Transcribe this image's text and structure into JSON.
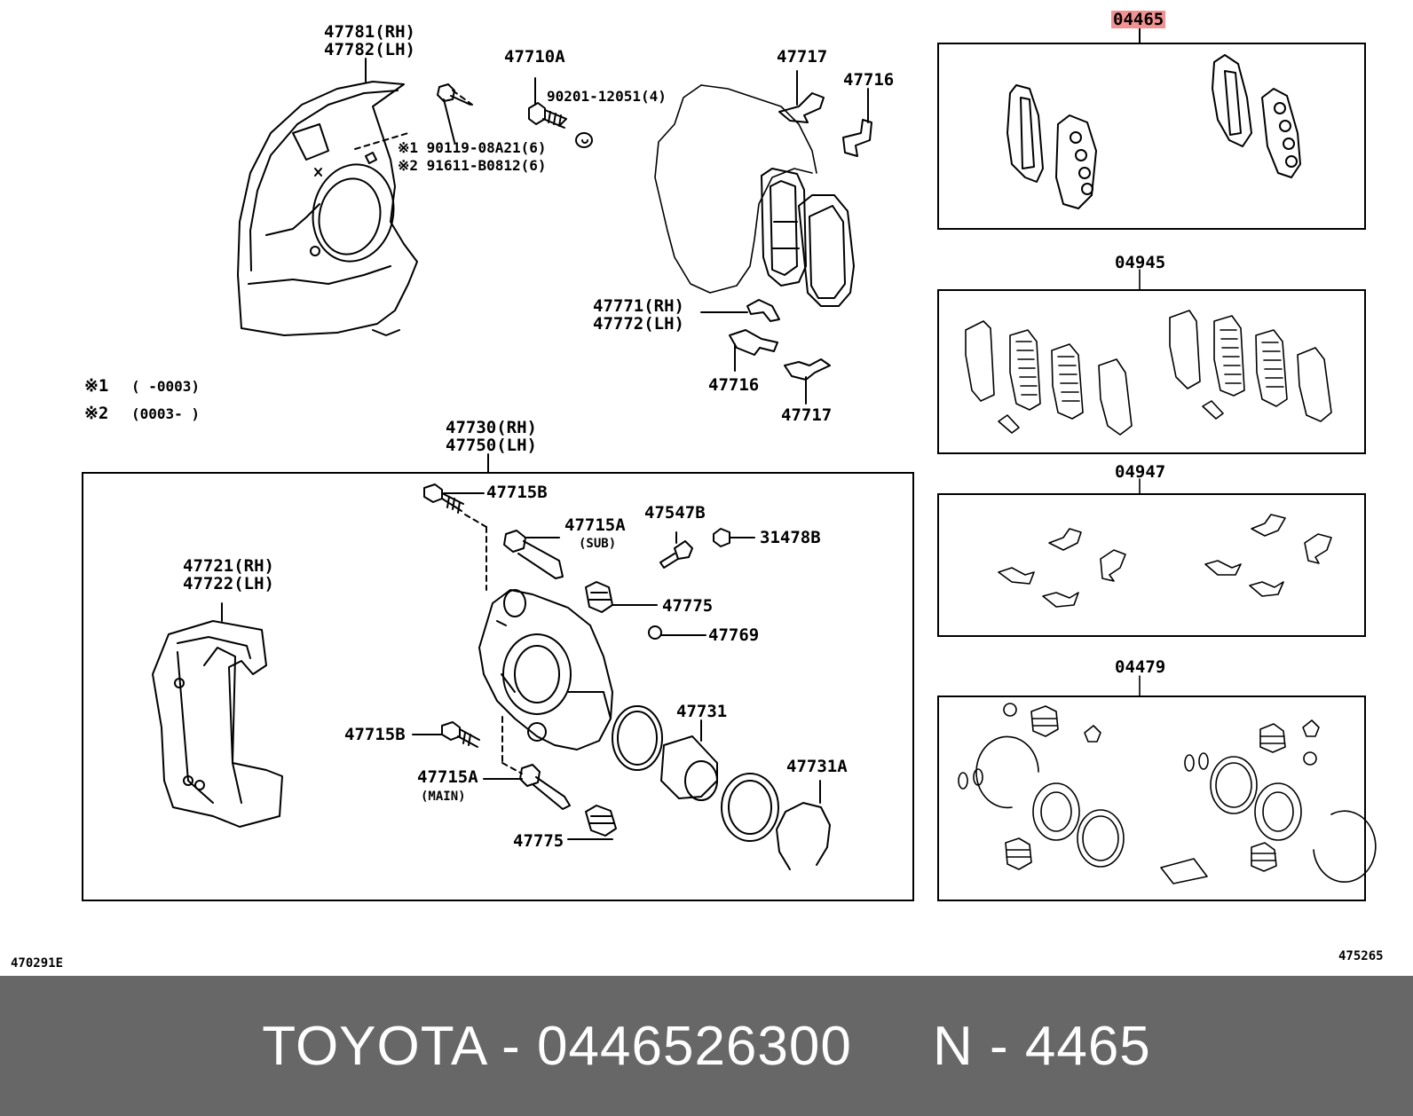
{
  "diagram": {
    "callouts": {
      "c47781": "47781(RH)",
      "c47782": "47782(LH)",
      "c47710A": "47710A",
      "c90201": "90201-12051(4)",
      "c90119": "※1 90119-08A21(6)",
      "c91611": "※2 91611-B0812(6)",
      "c47717a": "47717",
      "c47716a": "47716",
      "c47771": "47771(RH)",
      "c47772": "47772(LH)",
      "c47716b": "47716",
      "c47717b": "47717",
      "c47730": "47730(RH)",
      "c47750": "47750(LH)",
      "c47715B_a": "47715B",
      "c47715A_sub": "47715A",
      "c_sub": "(SUB)",
      "c47547B": "47547B",
      "c31478B": "31478B",
      "c47721": "47721(RH)",
      "c47722": "47722(LH)",
      "c47775a": "47775",
      "c47769": "47769",
      "c47731": "47731",
      "c47715B_b": "47715B",
      "c47715A_main": "47715A",
      "c_main": "(MAIN)",
      "c47731A": "47731A",
      "c47775b": "47775",
      "k04465": "04465",
      "k04945": "04945",
      "k04947": "04947",
      "k04479": "04479"
    },
    "notes": {
      "note1_mark": "※1",
      "note1_range": "(      -0003)",
      "note2_mark": "※2",
      "note2_range": "(0003-      )"
    },
    "codes": {
      "left": "470291E",
      "right": "475265"
    }
  },
  "footer": {
    "text": "TOYOTA - 0446526300     N - 4465"
  },
  "colors": {
    "highlight": "#f29191",
    "footer_bg": "#676767",
    "footer_text": "#ffffff"
  }
}
